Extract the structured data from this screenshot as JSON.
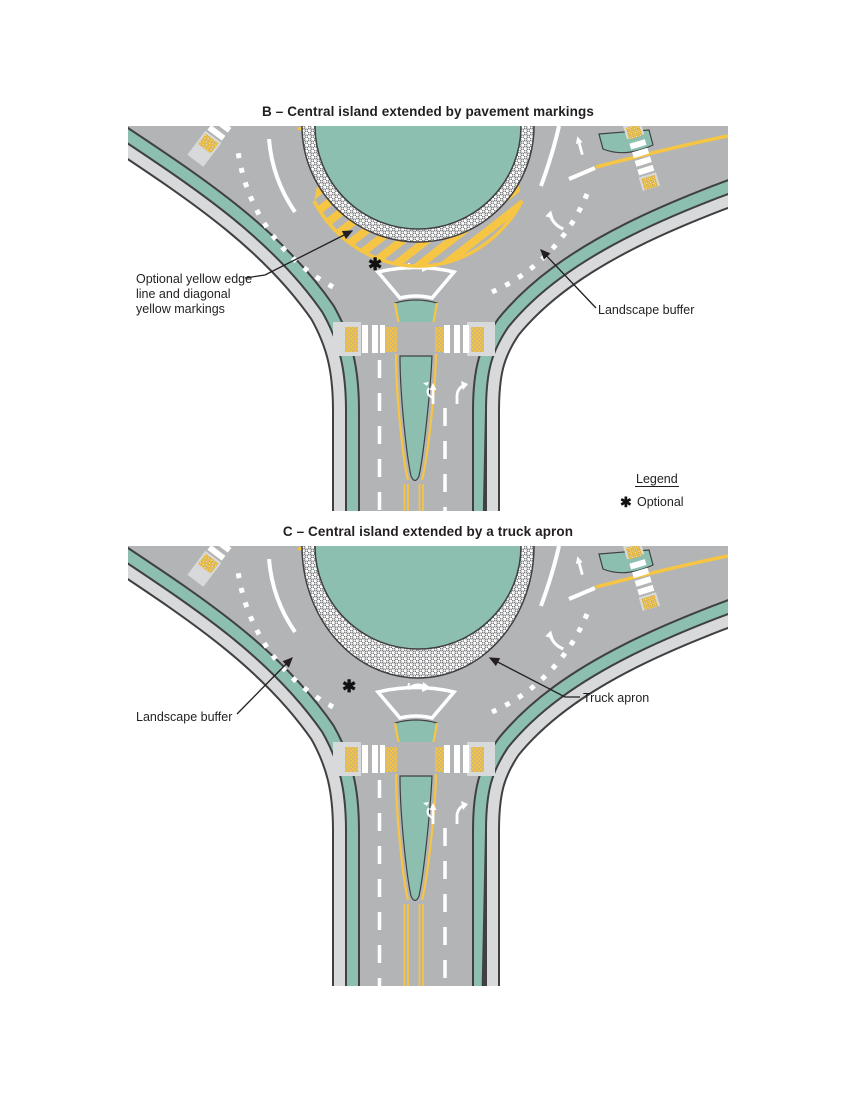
{
  "page": {
    "background": "#ffffff"
  },
  "colors": {
    "road": "#b2b4b6",
    "sidewalk": "#d8d9da",
    "outline": "#404042",
    "landscape_buffer": "#8cbfb0",
    "marking_white": "#ffffff",
    "marking_yellow": "#f7c544",
    "text": "#231f20"
  },
  "diagram_b": {
    "title": "B – Central island extended by pavement markings",
    "labels": {
      "optional_marking_line1": "Optional yellow edge",
      "optional_marking_line2": "line and diagonal",
      "optional_marking_line3": "yellow markings",
      "landscape_buffer": "Landscape buffer"
    },
    "optional_symbol": "✱",
    "legend": {
      "title": "Legend",
      "symbol": "✱",
      "symbol_meaning": "Optional"
    }
  },
  "diagram_c": {
    "title": "C – Central island extended by a truck apron",
    "labels": {
      "landscape_buffer": "Landscape buffer",
      "truck_apron": "Truck apron"
    },
    "optional_symbol": "✱"
  }
}
